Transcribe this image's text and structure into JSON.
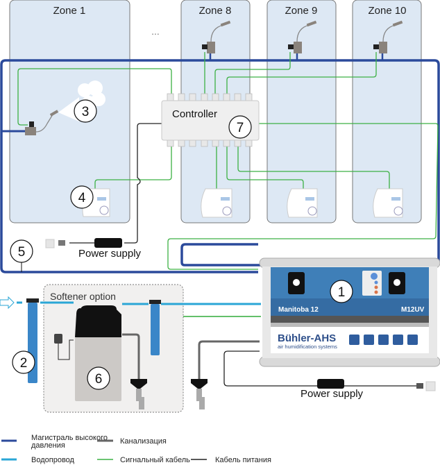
{
  "zones": [
    {
      "label": "Zone 1"
    },
    {
      "label": "Zone 8"
    },
    {
      "label": "Zone 9"
    },
    {
      "label": "Zone 10"
    }
  ],
  "ellipsis": "...",
  "controller": {
    "label": "Controller",
    "number": "7"
  },
  "callouts": {
    "unit": "1",
    "filter": "2",
    "nozzle": "3",
    "hygrostat": "4",
    "pipe": "5",
    "softener": "6"
  },
  "power_supply_top": "Power supply",
  "power_supply_bottom": "Power supply",
  "softener_box": "Softener option",
  "unit": {
    "model_left": "Manitoba 12",
    "model_right": "M12UV",
    "brand": "Bühler-AHS",
    "brand_sub": "air humidification systems"
  },
  "colors": {
    "high_pressure": "#2b4a9b",
    "water": "#2aa6d6",
    "drain": "#666666",
    "signal": "#3cb043",
    "power": "#222222",
    "zone_fill": "#dde8f4"
  },
  "legend": [
    {
      "label": "Магистраль высокого давления",
      "line1": "Магистраль высокого",
      "line2": "давления",
      "type": "high_pressure"
    },
    {
      "label": "Канализация",
      "type": "drain"
    },
    {
      "label": "Водопровод",
      "type": "water"
    },
    {
      "label": "Сигнальный кабель",
      "type": "signal"
    },
    {
      "label": "Кабель питания",
      "type": "power"
    }
  ]
}
